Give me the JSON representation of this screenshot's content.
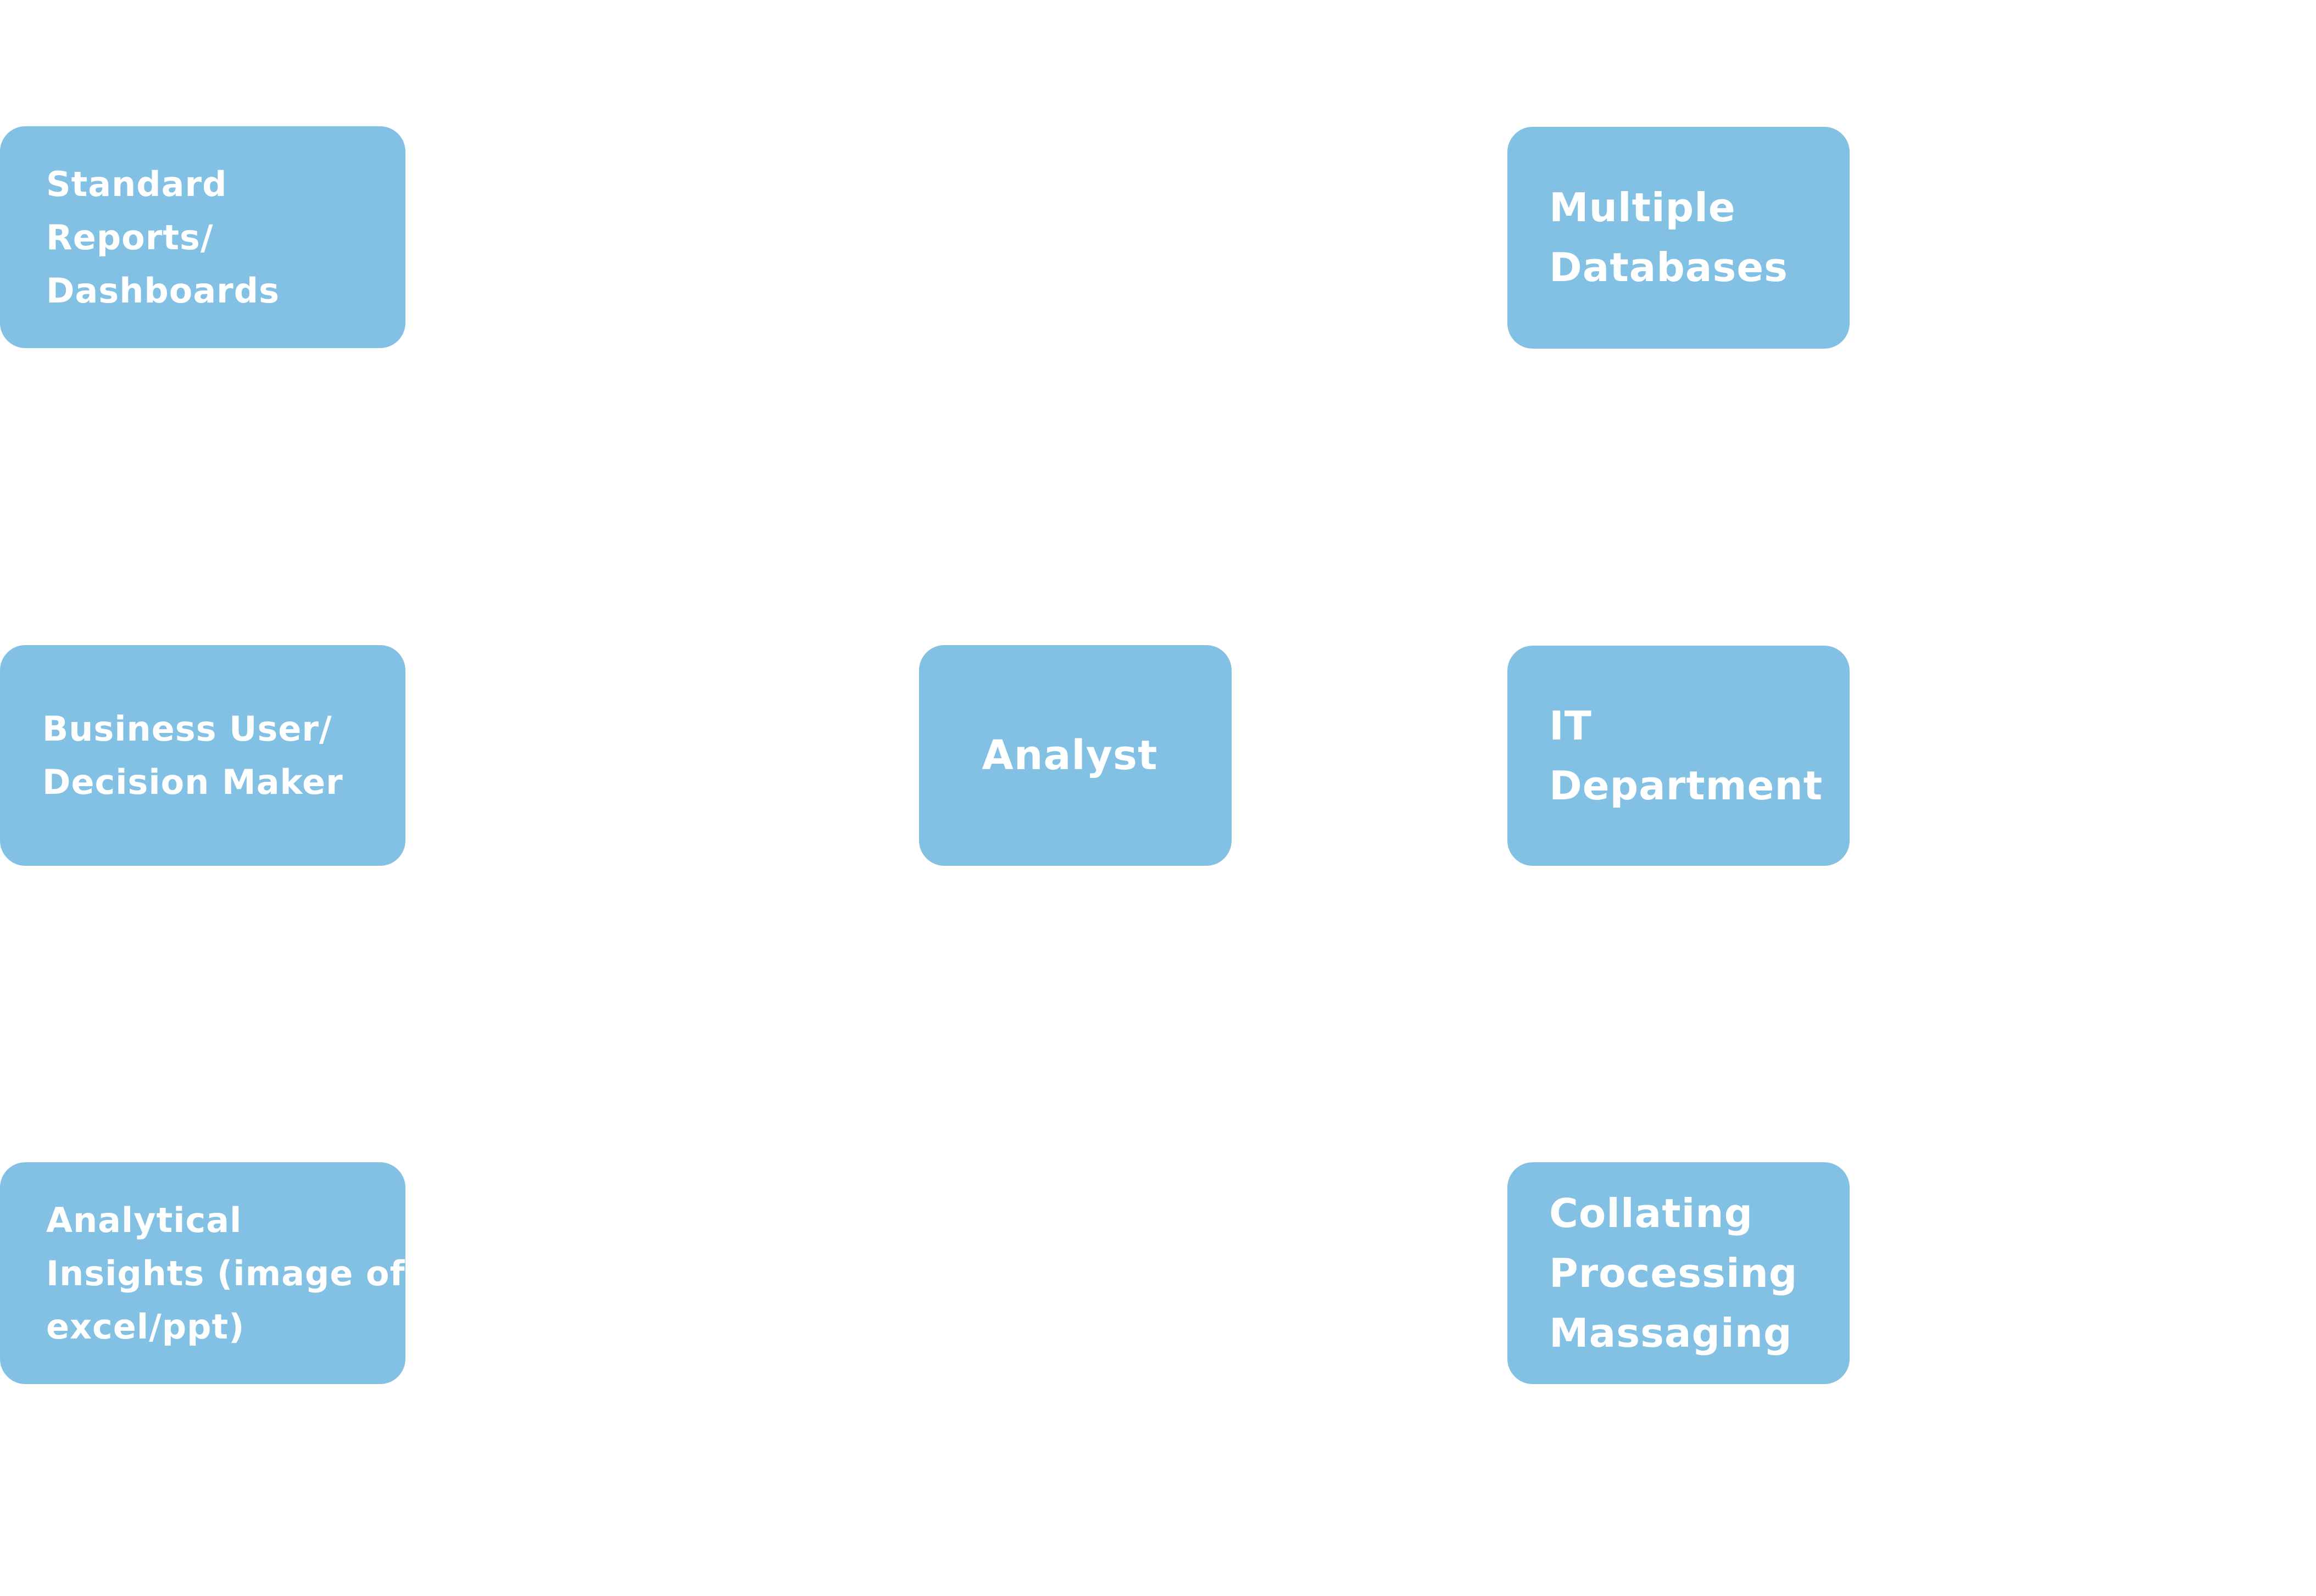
{
  "theme": {
    "node_fill": "#82C1E4",
    "node_text": "#FFFFFF",
    "background": "#FFFFFF"
  },
  "nodes": {
    "standard_reports": {
      "label": "Standard\nReports/\nDashboards"
    },
    "business_user": {
      "label": "Business User/\nDecision Maker"
    },
    "analytical_insights": {
      "label": "Analytical\nInsights (image of\nexcel/ppt)"
    },
    "analyst": {
      "label": "Analyst"
    },
    "multiple_databases": {
      "label": "Multiple\nDatabases"
    },
    "it_department": {
      "label": "IT\nDepartment"
    },
    "collating": {
      "label": "Collating\nProcessing\nMassaging"
    }
  }
}
